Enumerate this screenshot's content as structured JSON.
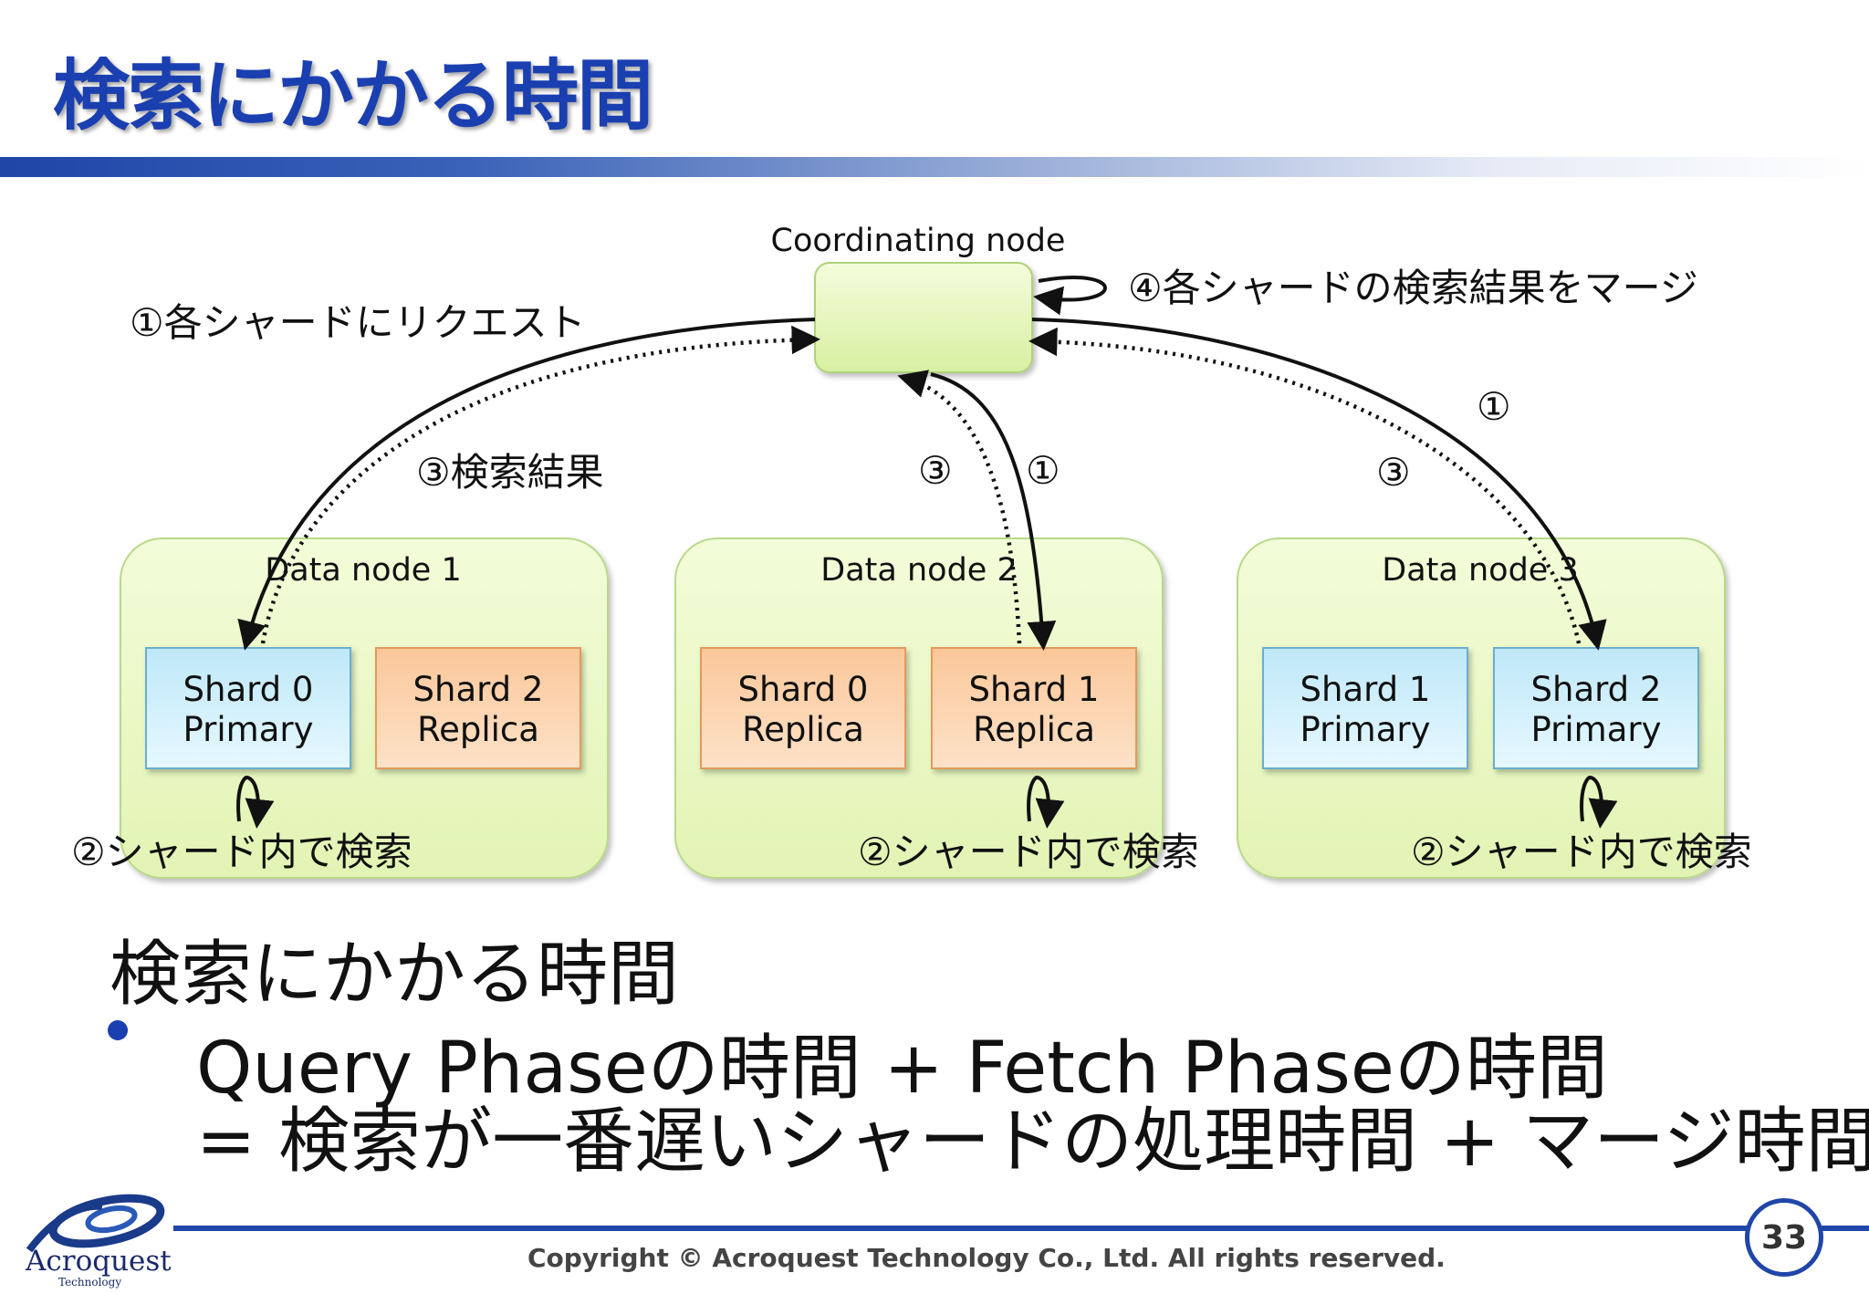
{
  "title": "検索にかかる時間",
  "diagram": {
    "coordinating_node": {
      "label": "Coordinating node"
    },
    "notes": {
      "request": "①各シャードにリクエスト",
      "merge": "④各シャードの検索結果をマージ",
      "result": "③検索結果",
      "num3_mid": "③",
      "num1_mid": "①",
      "num1_right": "①",
      "num3_right": "③"
    },
    "data_nodes": [
      {
        "label": "Data node 1",
        "shards": [
          {
            "line1": "Shard 0",
            "line2": "Primary",
            "kind": "primary"
          },
          {
            "line1": "Shard 2",
            "line2": "Replica",
            "kind": "replica"
          }
        ],
        "search_note": "②シャード内で検索"
      },
      {
        "label": "Data node 2",
        "shards": [
          {
            "line1": "Shard 0",
            "line2": "Replica",
            "kind": "replica"
          },
          {
            "line1": "Shard 1",
            "line2": "Replica",
            "kind": "replica"
          }
        ],
        "search_note": "②シャード内で検索"
      },
      {
        "label": "Data node 3",
        "shards": [
          {
            "line1": "Shard 1",
            "line2": "Primary",
            "kind": "primary"
          },
          {
            "line1": "Shard 2",
            "line2": "Primary",
            "kind": "primary"
          }
        ],
        "search_note": "②シャード内で検索"
      }
    ]
  },
  "summary": {
    "heading": "検索にかかる時間",
    "bullet_line1": "Query Phaseの時間 + Fetch Phaseの時間",
    "bullet_line2": "= 検索が一番遅いシャードの処理時間 + マージ時間"
  },
  "footer": {
    "copyright": "Copyright © Acroquest Technology Co., Ltd. All rights reserved.",
    "page_number": "33",
    "logo_text": "Acroquest",
    "logo_sub": "Technology"
  },
  "colors": {
    "title": "#1a3fb0",
    "node_fill": "#ebf8c6",
    "node_stroke": "#b5d67a",
    "primary_fill": "#c9ecf8",
    "primary_stroke": "#6aaed0",
    "replica_fill": "#fcd0a8",
    "replica_stroke": "#e29a5c",
    "accent": "#1f46a8"
  }
}
